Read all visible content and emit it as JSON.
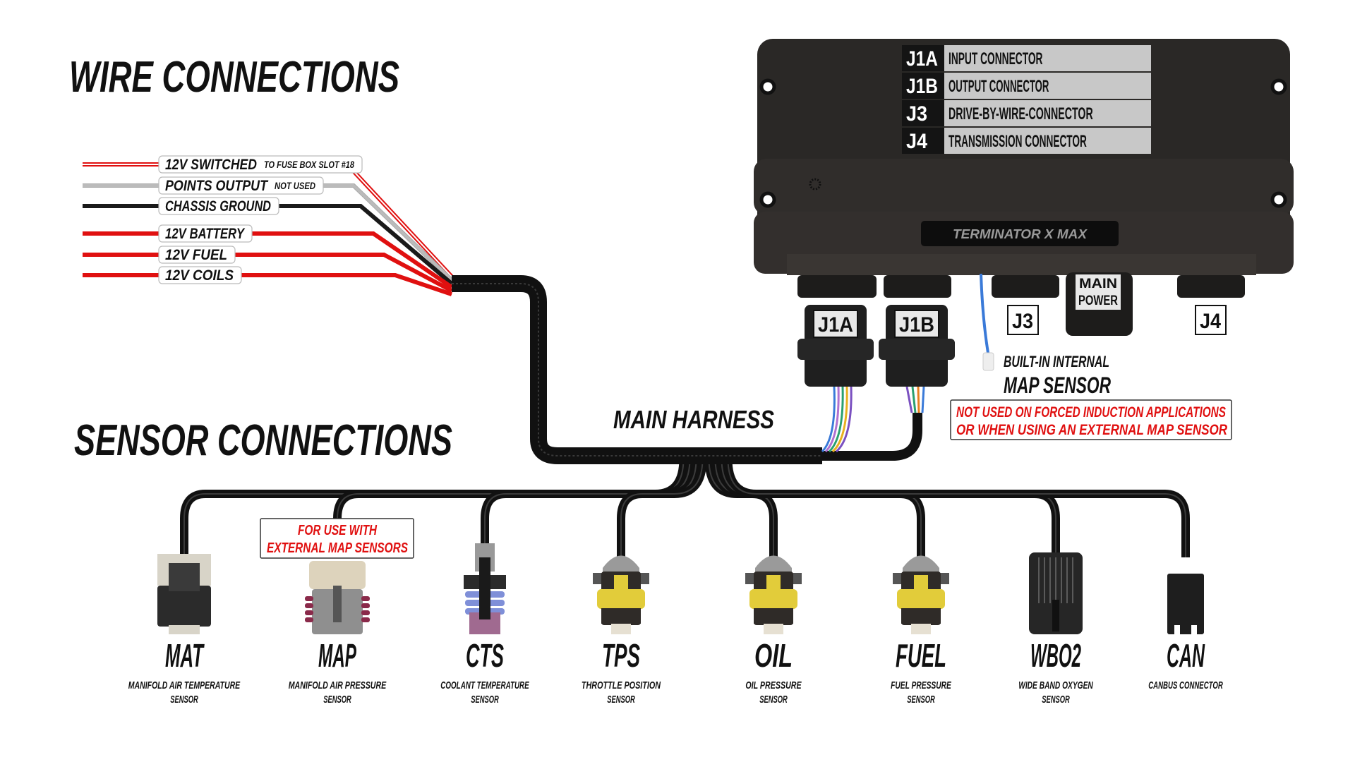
{
  "titles": {
    "wire_connections": "WIRE CONNECTIONS",
    "sensor_connections": "SENSOR CONNECTIONS",
    "main_harness": "MAIN HARNESS"
  },
  "wires": [
    {
      "label": "12V SWITCHED",
      "note": "TO FUSE BOX SLOT #18",
      "color": "#e01010",
      "stripe": "#ffffff"
    },
    {
      "label": "POINTS OUTPUT",
      "note": "NOT USED",
      "color": "#e6e6e6",
      "stripe": "#bbbbbb"
    },
    {
      "label": "CHASSIS GROUND",
      "note": "",
      "color": "#1a1a1a",
      "stripe": "#1a1a1a"
    },
    {
      "label": "12V BATTERY",
      "note": "",
      "color": "#e01010",
      "stripe": "#e01010"
    },
    {
      "label": "12V FUEL",
      "note": "",
      "color": "#e01010",
      "stripe": "#e01010"
    },
    {
      "label": "12V COILS",
      "note": "",
      "color": "#e01010",
      "stripe": "#e01010"
    }
  ],
  "ecu": {
    "brand": "TERMINATOR X MAX",
    "connectors": [
      {
        "id": "J1A",
        "desc": "INPUT CONNECTOR"
      },
      {
        "id": "J1B",
        "desc": "OUTPUT CONNECTOR"
      },
      {
        "id": "J3",
        "desc": "DRIVE-BY-WIRE-CONNECTOR"
      },
      {
        "id": "J4",
        "desc": "TRANSMISSION CONNECTOR"
      }
    ],
    "plug_labels": {
      "j1a": "J1A",
      "j1b": "J1B",
      "j3": "J3",
      "j4": "J4"
    },
    "main_power": [
      "MAIN",
      "POWER"
    ],
    "map_sensor": {
      "line1": "BUILT-IN INTERNAL",
      "line2": "MAP SENSOR"
    },
    "map_note": [
      "NOT USED ON FORCED INDUCTION APPLICATIONS",
      "OR WHEN USING AN EXTERNAL MAP SENSOR"
    ]
  },
  "external_map_note": [
    "FOR USE WITH",
    "EXTERNAL MAP SENSORS"
  ],
  "sensors": [
    {
      "name": "MAT",
      "desc": [
        "MANIFOLD AIR TEMPERATURE",
        "SENSOR"
      ],
      "body": "#2b2b2b",
      "accent": "#d8d4c8"
    },
    {
      "name": "MAP",
      "desc": [
        "MANIFOLD AIR PRESSURE",
        "SENSOR"
      ],
      "body": "#8f8f8f",
      "accent": "#8a2a4a"
    },
    {
      "name": "CTS",
      "desc": [
        "COOLANT TEMPERATURE",
        "SENSOR"
      ],
      "body": "#2b2b2b",
      "accent": "#7f8fd8"
    },
    {
      "name": "TPS",
      "desc": [
        "THROTTLE POSITION",
        "SENSOR"
      ],
      "body": "#2f2b28",
      "accent": "#e2cc3a"
    },
    {
      "name": "OIL",
      "desc": [
        "OIL PRESSURE",
        "SENSOR"
      ],
      "body": "#2f2b28",
      "accent": "#e2cc3a"
    },
    {
      "name": "FUEL",
      "desc": [
        "FUEL PRESSURE",
        "SENSOR"
      ],
      "body": "#2f2b28",
      "accent": "#e2cc3a"
    },
    {
      "name": "WBO2",
      "desc": [
        "WIDE BAND OXYGEN",
        "SENSOR"
      ],
      "body": "#262626",
      "accent": "#555555"
    },
    {
      "name": "CAN",
      "desc": [
        "CANBUS CONNECTOR"
      ],
      "body": "#1e1e1e",
      "accent": "#1e1e1e"
    }
  ],
  "colors": {
    "ecu_body": "#2a2826",
    "harness": "#1c1c1c",
    "warning": "#e01010",
    "label_bg": "#c8c8c8"
  }
}
